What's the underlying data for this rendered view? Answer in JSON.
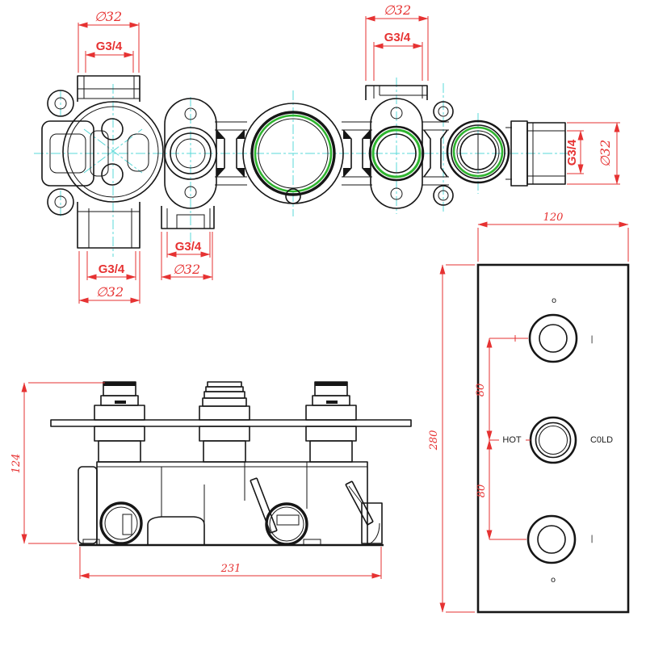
{
  "drawing": {
    "kind": "thermostatic-shower-valve-technical-drawing",
    "colors": {
      "line": "#161616",
      "dimension": "#e63232",
      "centerline": "#5ad8d8",
      "oring": "#2fb52f",
      "background": "#ffffff"
    },
    "top_view": {
      "dims": {
        "inlet1_top_dia": "∅32",
        "inlet1_top_thread": "G3/4",
        "inlet1_bottom_thread": "G3/4",
        "inlet1_bottom_dia": "∅32",
        "port2_thread": "G3/4",
        "port2_dia": "∅32",
        "port4_dia": "∅32",
        "port4_thread": "G3/4",
        "outlet_thread": "G3/4",
        "outlet_dia": "∅32"
      }
    },
    "side_view": {
      "dims": {
        "height": "124",
        "length": "231"
      }
    },
    "panel_view": {
      "dims": {
        "width": "120",
        "height": "280",
        "knob_spacing_upper": "80",
        "knob_spacing_lower": "80"
      },
      "labels": {
        "hot": "HOT",
        "cold": "C0LD"
      },
      "markers": {
        "top_dot": "o",
        "bottom_dot": "o",
        "right_tick_top": "|",
        "right_tick_bottom": "|"
      }
    }
  }
}
